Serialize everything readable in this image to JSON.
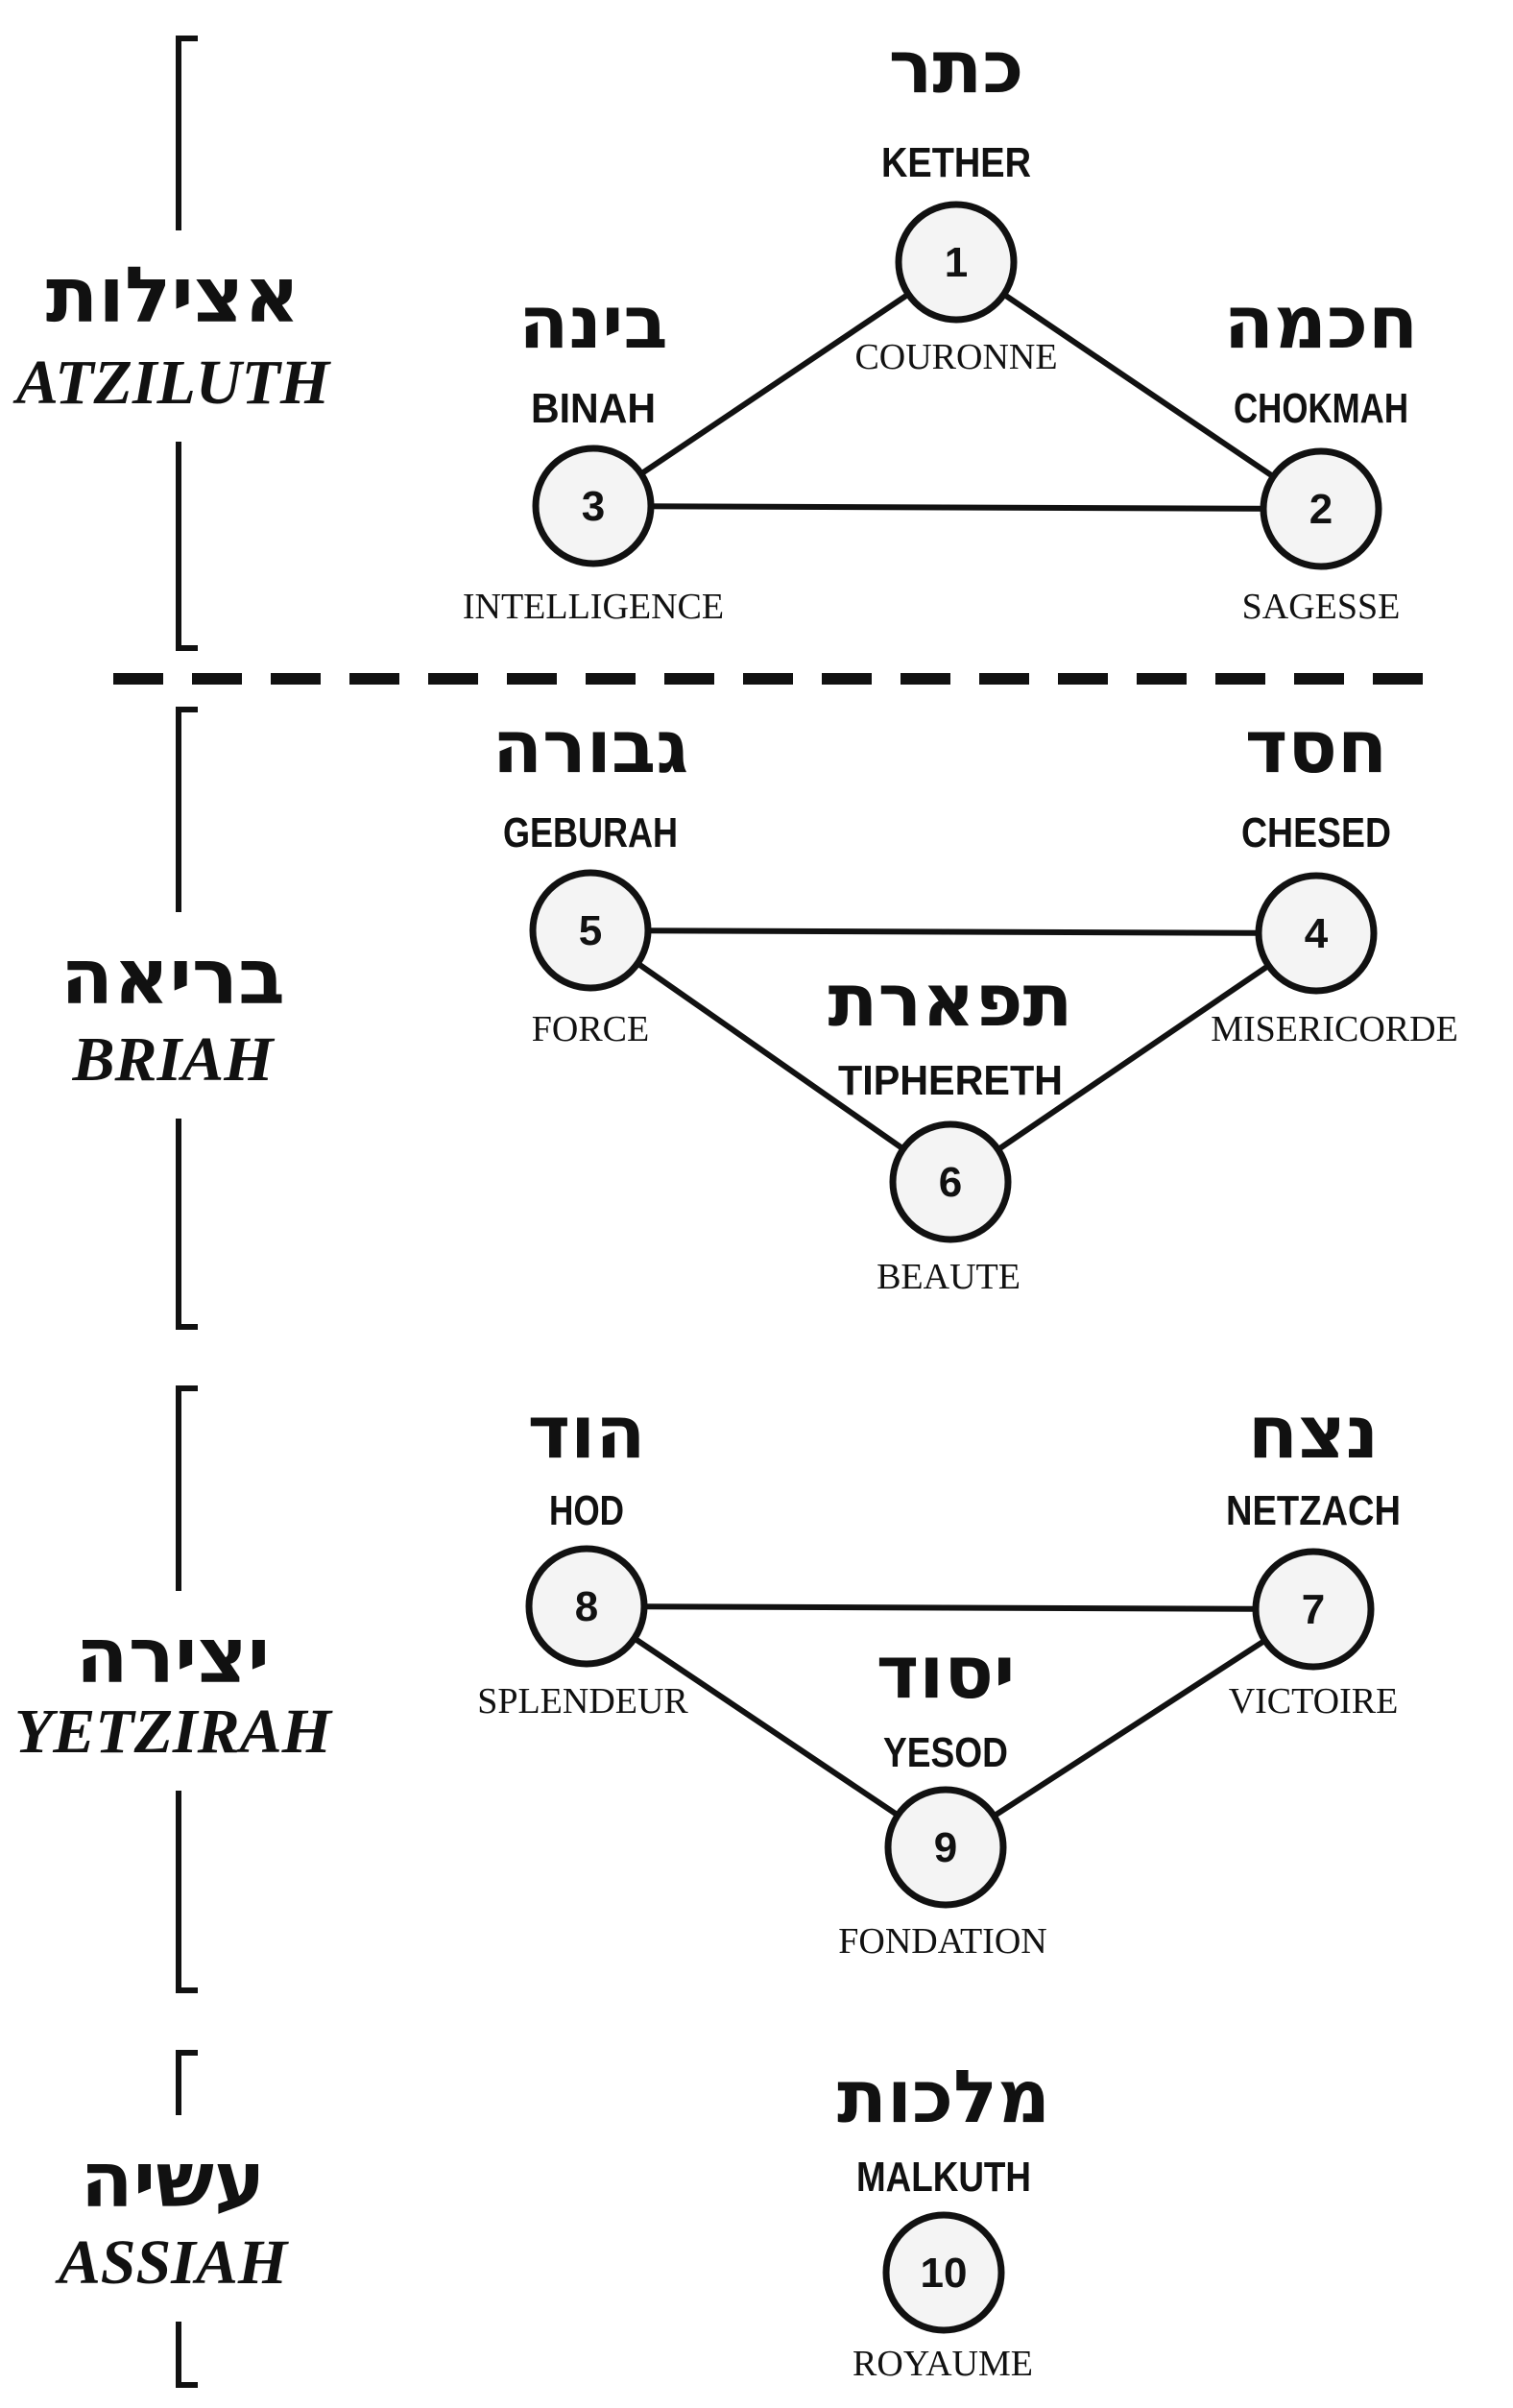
{
  "worlds": [
    {
      "hebrew": "אצילות",
      "name": "ATZILUTH"
    },
    {
      "hebrew": "בריאה",
      "name": "BRIAH"
    },
    {
      "hebrew": "יצירה",
      "name": "YETZIRAH"
    },
    {
      "hebrew": "עשיה",
      "name": "ASSIAH"
    }
  ],
  "sephiroth": [
    {
      "number": "1",
      "hebrew": "כתר",
      "name": "KETHER",
      "meaning": "COURONNE"
    },
    {
      "number": "2",
      "hebrew": "חכמה",
      "name": "CHOKMAH",
      "meaning": "SAGESSE"
    },
    {
      "number": "3",
      "hebrew": "בינה",
      "name": "BINAH",
      "meaning": "INTELLIGENCE"
    },
    {
      "number": "4",
      "hebrew": "חסד",
      "name": "CHESED",
      "meaning": "MISERICORDE"
    },
    {
      "number": "5",
      "hebrew": "גבורה",
      "name": "GEBURAH",
      "meaning": "FORCE"
    },
    {
      "number": "6",
      "hebrew": "תפארת",
      "name": "TIPHERETH",
      "meaning": "BEAUTE"
    },
    {
      "number": "7",
      "hebrew": "נצח",
      "name": "NETZACH",
      "meaning": "VICTOIRE"
    },
    {
      "number": "8",
      "hebrew": "הוד",
      "name": "HOD",
      "meaning": "SPLENDEUR"
    },
    {
      "number": "9",
      "hebrew": "יסוד",
      "name": "YESOD",
      "meaning": "FONDATION"
    },
    {
      "number": "10",
      "hebrew": "מלכות",
      "name": "MALKUTH",
      "meaning": "ROYAUME"
    }
  ],
  "connections": [
    [
      1,
      2
    ],
    [
      1,
      3
    ],
    [
      2,
      3
    ],
    [
      4,
      5
    ],
    [
      4,
      6
    ],
    [
      5,
      6
    ],
    [
      7,
      8
    ],
    [
      7,
      9
    ],
    [
      8,
      9
    ]
  ]
}
